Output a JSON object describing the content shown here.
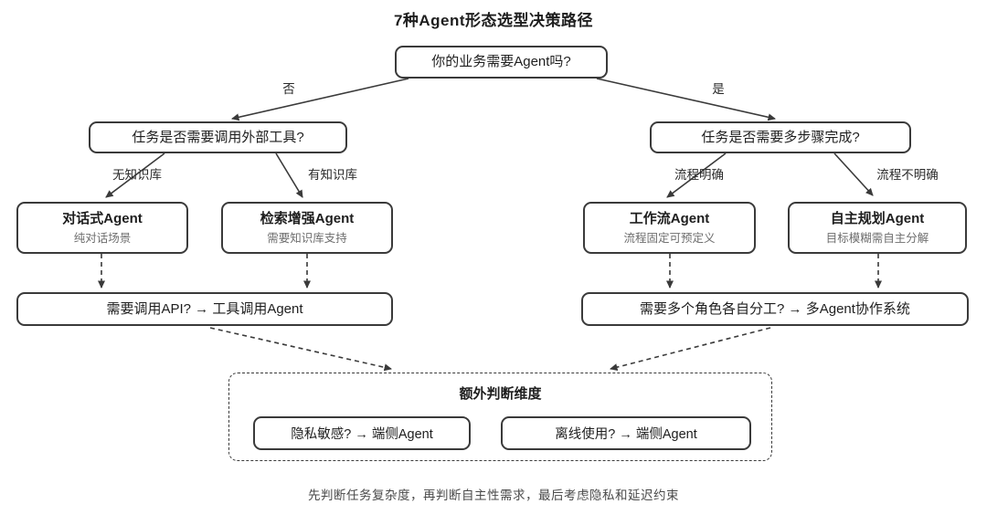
{
  "page_title": "7种Agent形态选型决策路径",
  "root_question": "你的业务需要Agent吗?",
  "edge_labels": {
    "no": "否",
    "yes": "是",
    "no_knowledge_base": "无知识库",
    "has_knowledge_base": "有知识库",
    "process_clear": "流程明确",
    "process_unclear": "流程不明确"
  },
  "questions": {
    "tools": "任务是否需要调用外部工具?",
    "multistep": "任务是否需要多步骤完成?"
  },
  "agents": [
    {
      "name": "对话式Agent",
      "desc": "纯对话场景"
    },
    {
      "name": "检索增强Agent",
      "desc": "需要知识库支持"
    },
    {
      "name": "工作流Agent",
      "desc": "流程固定可预定义"
    },
    {
      "name": "自主规划Agent",
      "desc": "目标模糊需自主分解"
    }
  ],
  "followups": {
    "api": "需要调用API? → 工具调用Agent",
    "multi_agent": "需要多个角色各自分工? → 多Agent协作系统"
  },
  "extra_dimensions": {
    "title": "额外判断维度",
    "items": [
      "隐私敏感? → 端侧Agent",
      "离线使用? → 端侧Agent"
    ]
  },
  "footnote": "先判断任务复杂度，再判断自主性需求，最后考虑隐私和延迟约束",
  "colors": {
    "stroke": "#3a3a3a",
    "text": "#1e1e1e",
    "muted_text": "#6e6e6e",
    "background": "#ffffff"
  }
}
